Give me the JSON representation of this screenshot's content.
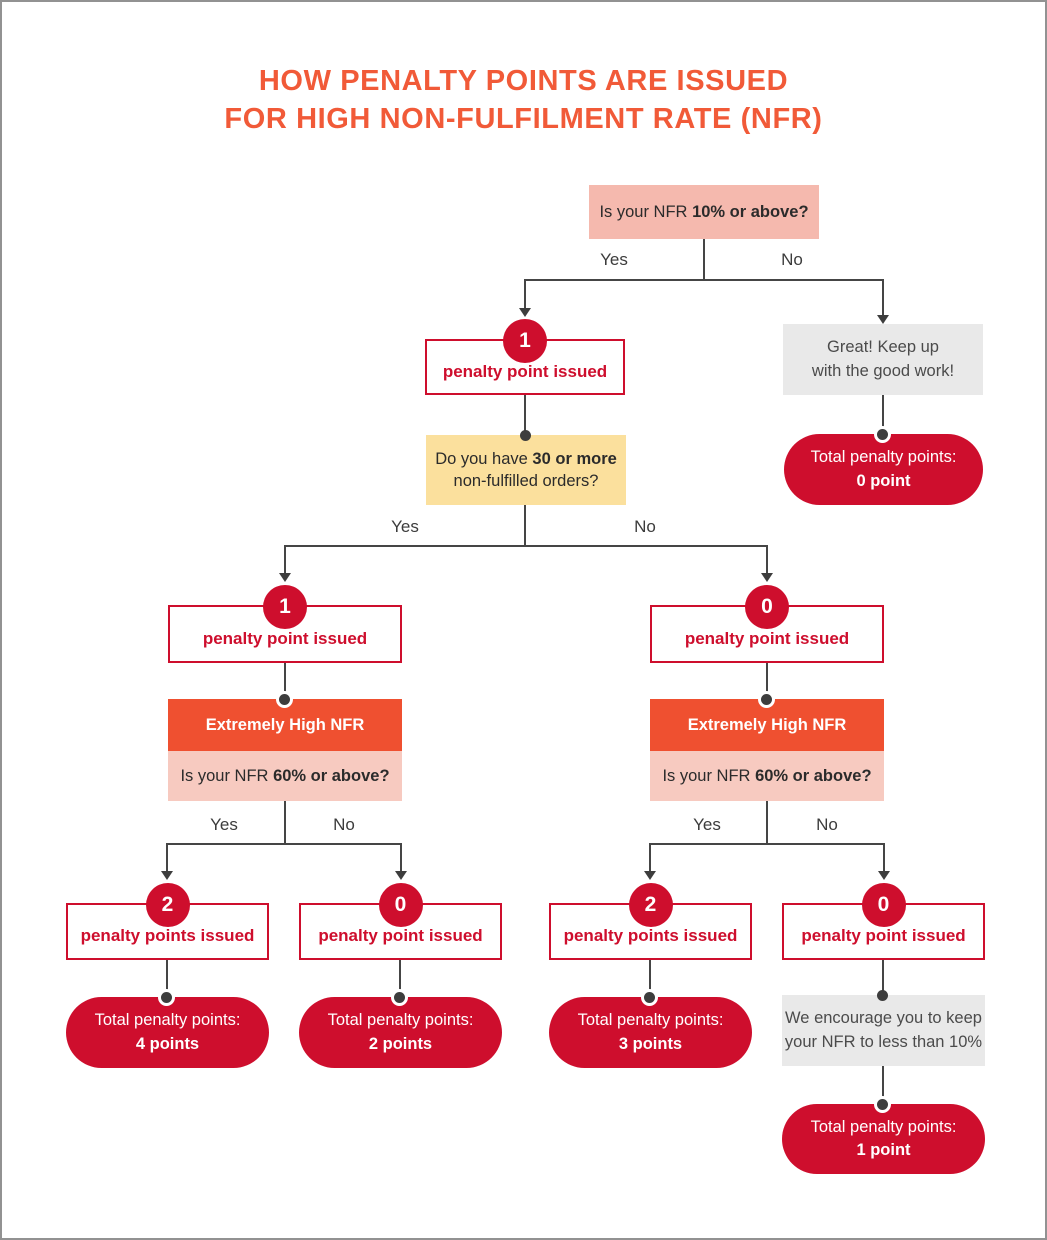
{
  "title": {
    "line1": "HOW PENALTY POINTS ARE ISSUED",
    "line2": "FOR HIGH NON-FULFILMENT RATE (NFR)"
  },
  "labels": {
    "yes": "Yes",
    "no": "No"
  },
  "colors": {
    "title_orange": "#F15A38",
    "penalty_red": "#CE0E2D",
    "question_pink": "#F5B9AE",
    "ehn_orange": "#EF5030",
    "ehn_pink": "#F7CAC0",
    "orders_yellow": "#FBE09D",
    "gray_box": "#E9E9E9",
    "line_gray": "#454545"
  },
  "nodes": {
    "q_nfr10": {
      "pre": "Is your NFR ",
      "bold": "10% or above?"
    },
    "q_orders": {
      "pre": "Do you have ",
      "bold": "30 or more",
      "line2": "non-fulfilled orders?"
    },
    "q_nfr60": {
      "pre": "Is your NFR ",
      "bold": "60% or above?"
    },
    "ehn_header": "Extremely High NFR",
    "great": {
      "line1": "Great! Keep up",
      "line2": "with the good work!"
    },
    "encourage": {
      "line1": "We encourage you to keep",
      "line2": "your NFR to less than 10%"
    },
    "pp_top": {
      "badge": "1",
      "label": "penalty point issued"
    },
    "pp_left": {
      "badge": "1",
      "label": "penalty point issued"
    },
    "pp_right": {
      "badge": "0",
      "label": "penalty point issued"
    },
    "pp_ll": {
      "badge": "2",
      "label": "penalty points issued"
    },
    "pp_lr": {
      "badge": "0",
      "label": "penalty point issued"
    },
    "pp_rl": {
      "badge": "2",
      "label": "penalty points issued"
    },
    "pp_rr": {
      "badge": "0",
      "label": "penalty point issued"
    },
    "pill_0": {
      "line1": "Total penalty points:",
      "line2": "0 point"
    },
    "pill_4": {
      "line1": "Total penalty points:",
      "line2": "4 points"
    },
    "pill_2": {
      "line1": "Total penalty points:",
      "line2": "2 points"
    },
    "pill_3": {
      "line1": "Total penalty points:",
      "line2": "3 points"
    },
    "pill_1": {
      "line1": "Total penalty points:",
      "line2": "1 point"
    }
  }
}
